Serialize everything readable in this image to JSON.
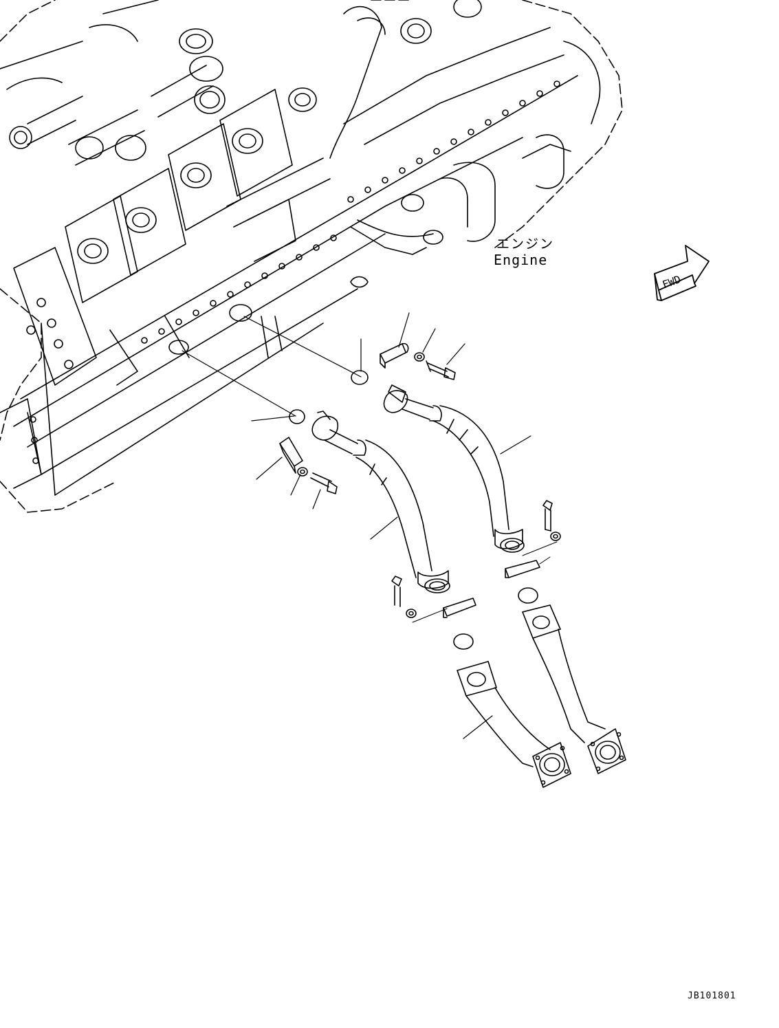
{
  "labels": {
    "engine_jp": "エンジン",
    "engine_en": "Engine",
    "fwd": "FWD",
    "drawing_code": "JB101801"
  },
  "colors": {
    "line": "#000000",
    "background": "#ffffff"
  }
}
